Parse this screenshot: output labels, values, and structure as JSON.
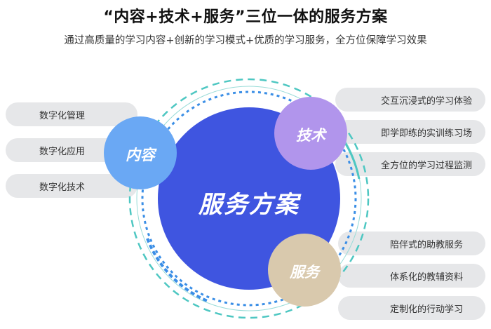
{
  "title": "“内容+技术+服务”三位一体的服务方案",
  "subtitle": "通过高质量的学习内容+创新的学习模式+优质的学习服务，全方位保障学习效果",
  "center": {
    "label": "服务方案",
    "color": "#3f55e0"
  },
  "content": {
    "label": "内容",
    "color": "#6aa8f4",
    "items": [
      "数字化管理",
      "数字化应用",
      "数字化技术"
    ]
  },
  "tech": {
    "label": "技术",
    "color": "#b195ec",
    "items": [
      "交互沉浸式的学习体验",
      "即学即练的实训练习场",
      "全方位的学习过程监测"
    ]
  },
  "service": {
    "label": "服务",
    "color": "#d9c9ad",
    "items": [
      "陪伴式的助教服务",
      "体系化的教辅资料",
      "定制化的行动学习"
    ]
  },
  "colors": {
    "pill_bg": "#e6e7e9",
    "ring_teal": "#4ec7c2",
    "ring_blue": "#3a8ee6"
  }
}
